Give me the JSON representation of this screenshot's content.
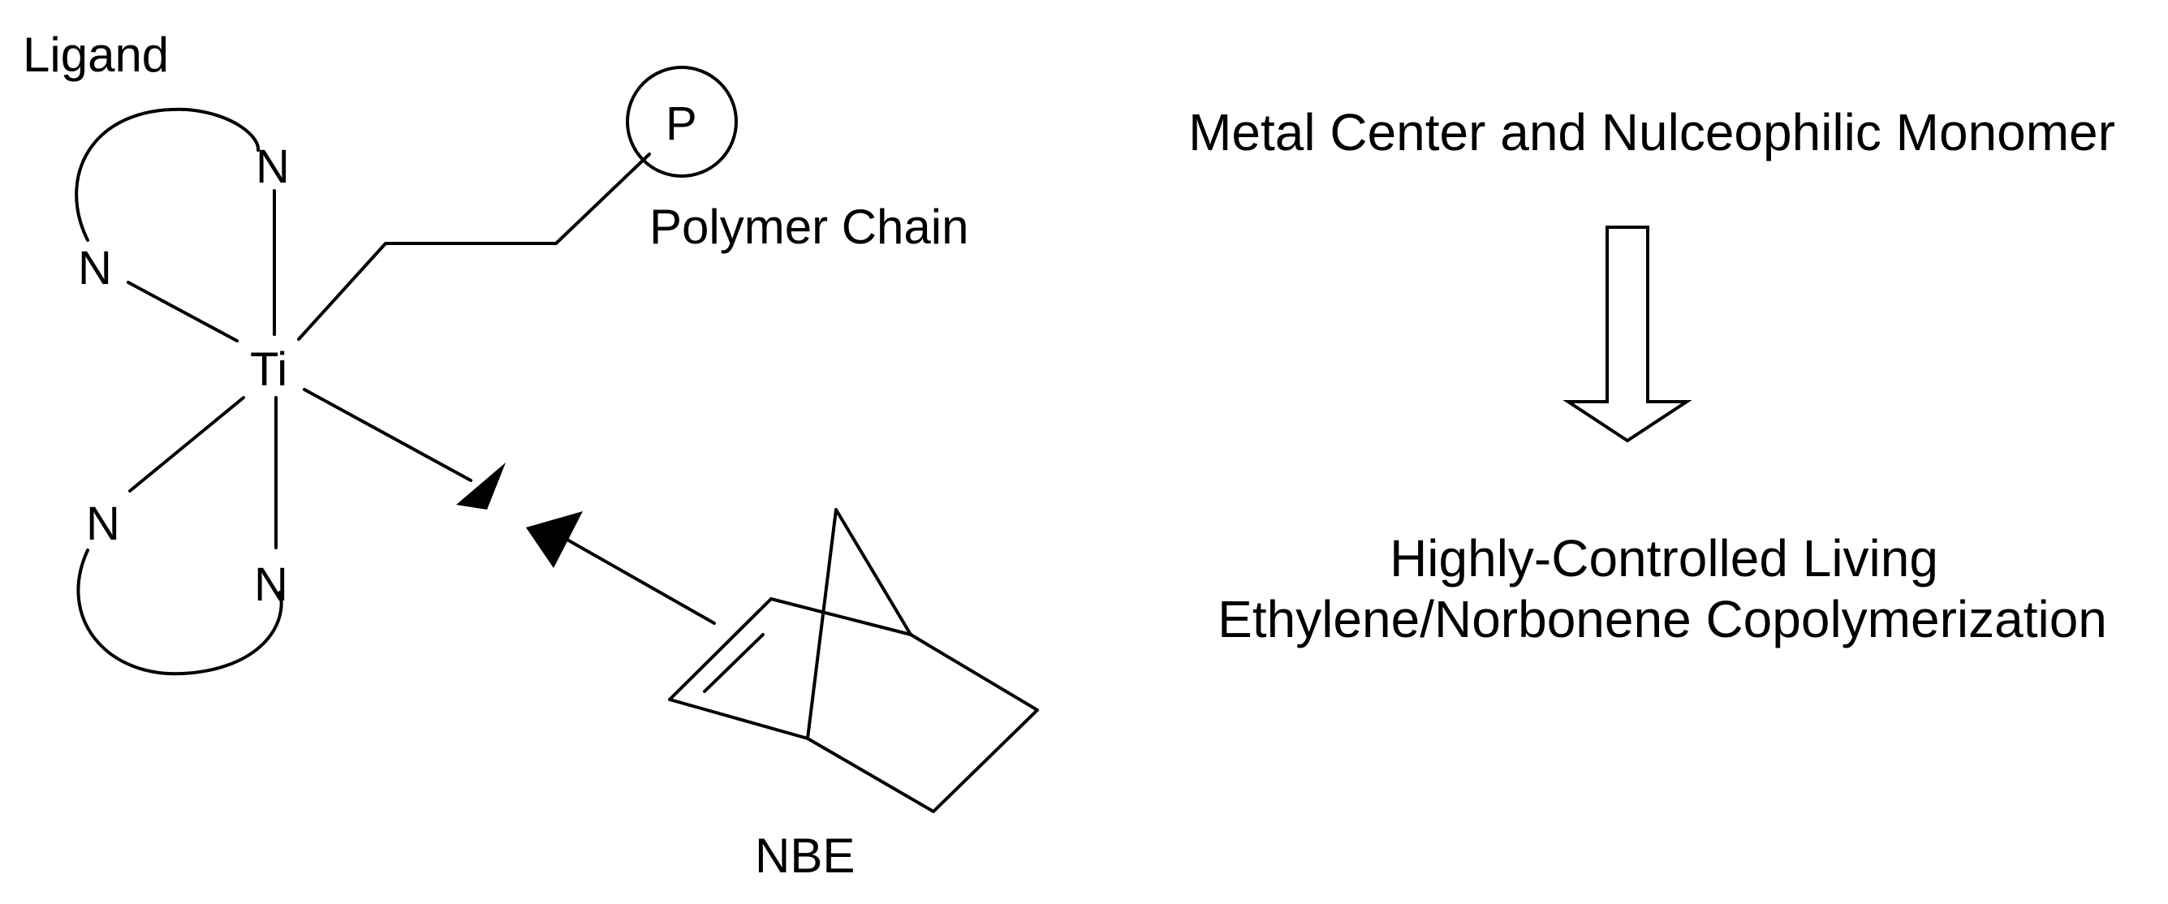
{
  "diagram": {
    "ligand_label": "Ligand",
    "ligand_atoms": [
      "N",
      "N",
      "N",
      "N"
    ],
    "metal": "Ti",
    "polymer_symbol": "P",
    "polymer_label": "Polymer Chain",
    "monomer_label": "NBE",
    "top_caption": "Metal Center and Nulceophilic Monomer",
    "result_line1": "Highly-Controlled Living",
    "result_line2": "Ethylene/Norbonene Copolymerization"
  }
}
